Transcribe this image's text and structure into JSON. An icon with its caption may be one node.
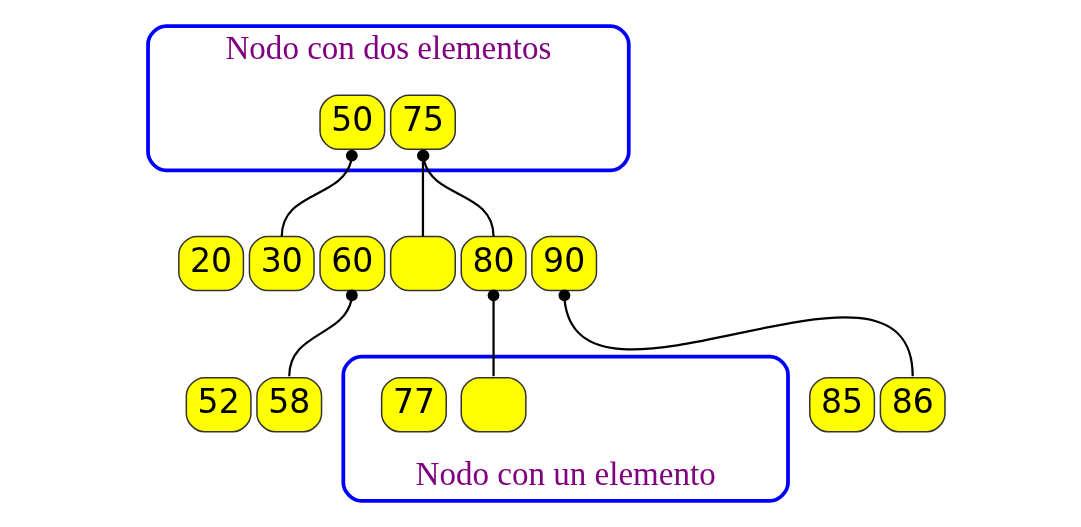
{
  "diagram": {
    "nodes": [
      {
        "text": [],
        "shape": "ellipse",
        "beside": [
          "Nodo con dos elementos"
        ]
      },
      {
        "text": [
          "50"
        ],
        "in": 0
      },
      {
        "text": [
          "75"
        ],
        "in": 0
      },
      {
        "text": [
          "20"
        ]
      },
      {
        "text": [
          "30"
        ]
      },
      {
        "text": [
          "60"
        ]
      },
      {
        "text": [],
        "shape": "box"
      },
      {
        "text": [
          "80"
        ]
      },
      {
        "text": [
          "90"
        ]
      },
      {
        "text": [
          "52"
        ]
      },
      {
        "text": [
          "58"
        ]
      },
      {
        "text": [],
        "shape": "ellipse",
        "beside": [
          "Nodo con un elemento"
        ]
      },
      {
        "text": [
          "77"
        ],
        "in": 11
      },
      {
        "text": [],
        "shape": "box",
        "in": 11
      },
      {
        "text": [
          "85"
        ]
      },
      {
        "text": [
          "86"
        ]
      }
    ],
    "edges": [
      {
        "from": 1,
        "to": 4,
        "arrow": "other"
      },
      {
        "from": 2,
        "to": 6,
        "arrow": "other"
      },
      {
        "from": 2,
        "to": 7,
        "arrow": "other"
      },
      {
        "from": 5,
        "to": 10,
        "arrow": "other"
      },
      {
        "from": 7,
        "to": 13,
        "arrow": "other"
      },
      {
        "from": 8,
        "to": 15,
        "arrow": "other"
      }
    ]
  }
}
